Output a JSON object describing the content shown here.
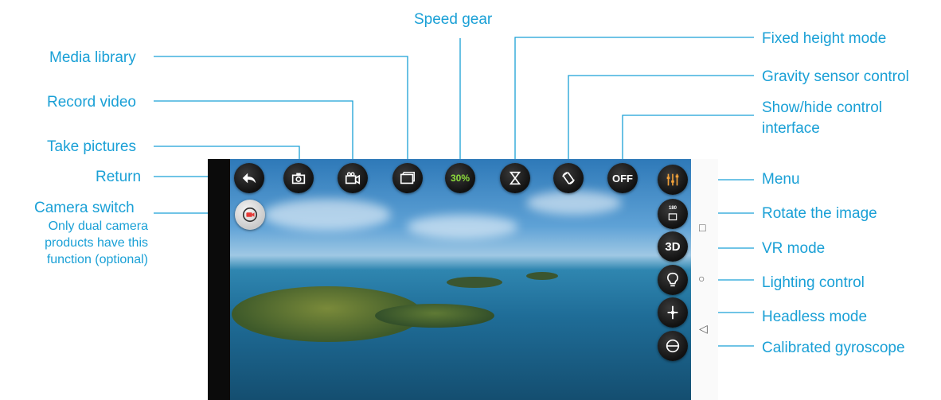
{
  "labels": {
    "speed_gear": "Speed gear",
    "media_library": "Media library",
    "record_video": "Record video",
    "take_pictures": "Take pictures",
    "return": "Return",
    "camera_switch": "Camera switch",
    "camera_switch_note": "Only dual camera products have this function (optional)",
    "fixed_height_mode": "Fixed height mode",
    "gravity_sensor_control": "Gravity sensor control",
    "show_hide_control_1": "Show/hide control",
    "show_hide_control_2": "interface",
    "menu": "Menu",
    "rotate_image": "Rotate the image",
    "vr_mode": "VR mode",
    "lighting_control": "Lighting control",
    "headless_mode": "Headless mode",
    "calibrated_gyroscope": "Calibrated gyroscope"
  },
  "controls": {
    "speed_value": "30%",
    "display_toggle": "OFF",
    "rotate_badge": "180",
    "vr_label": "3D"
  },
  "colors": {
    "accent": "#1aa0d6",
    "button": "#1a1a1a"
  }
}
